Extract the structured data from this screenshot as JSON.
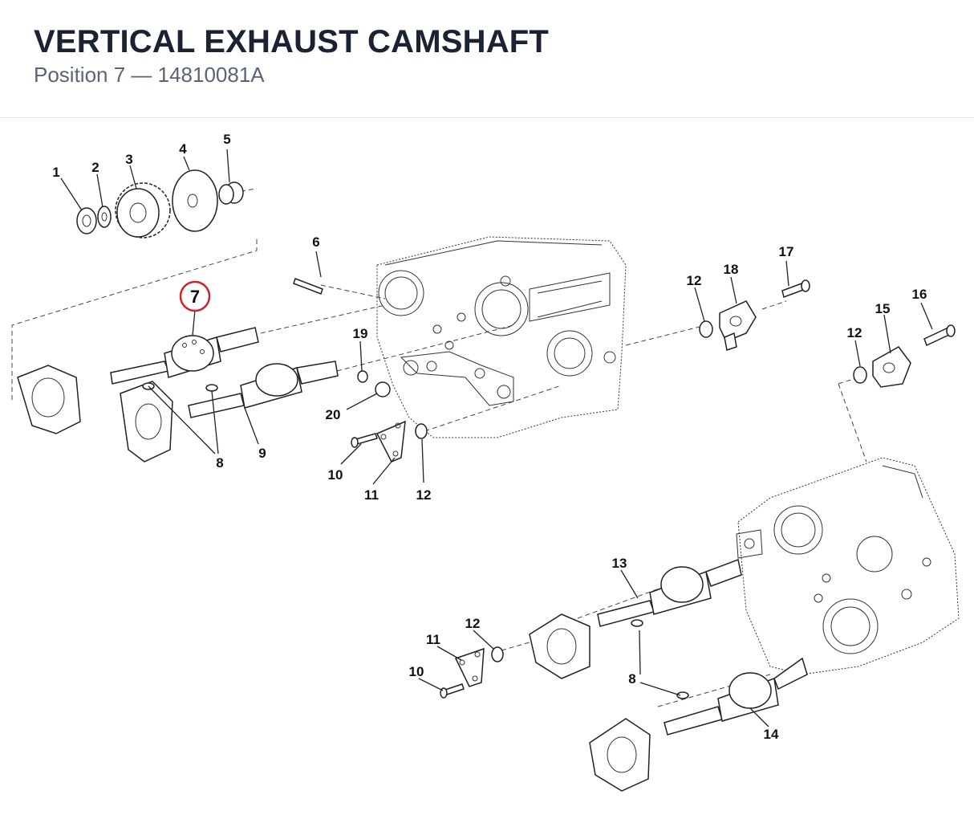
{
  "header": {
    "title": "VERTICAL EXHAUST CAMSHAFT",
    "subtitle": "Position 7 — 14810081A"
  },
  "highlight": {
    "label": "7",
    "color": "#d0202a"
  },
  "callouts": [
    {
      "id": "c1",
      "label": "1"
    },
    {
      "id": "c2",
      "label": "2"
    },
    {
      "id": "c3",
      "label": "3"
    },
    {
      "id": "c4",
      "label": "4"
    },
    {
      "id": "c5",
      "label": "5"
    },
    {
      "id": "c6",
      "label": "6"
    },
    {
      "id": "c8a",
      "label": "8"
    },
    {
      "id": "c9",
      "label": "9"
    },
    {
      "id": "c10a",
      "label": "10"
    },
    {
      "id": "c11a",
      "label": "11"
    },
    {
      "id": "c12a",
      "label": "12"
    },
    {
      "id": "c12b",
      "label": "12"
    },
    {
      "id": "c12c",
      "label": "12"
    },
    {
      "id": "c15",
      "label": "15"
    },
    {
      "id": "c16",
      "label": "16"
    },
    {
      "id": "c17",
      "label": "17"
    },
    {
      "id": "c18",
      "label": "18"
    },
    {
      "id": "c19",
      "label": "19"
    },
    {
      "id": "c20",
      "label": "20"
    },
    {
      "id": "c13",
      "label": "13"
    },
    {
      "id": "c12d",
      "label": "12"
    },
    {
      "id": "c11b",
      "label": "11"
    },
    {
      "id": "c10b",
      "label": "10"
    },
    {
      "id": "c8b",
      "label": "8"
    },
    {
      "id": "c14",
      "label": "14"
    }
  ]
}
